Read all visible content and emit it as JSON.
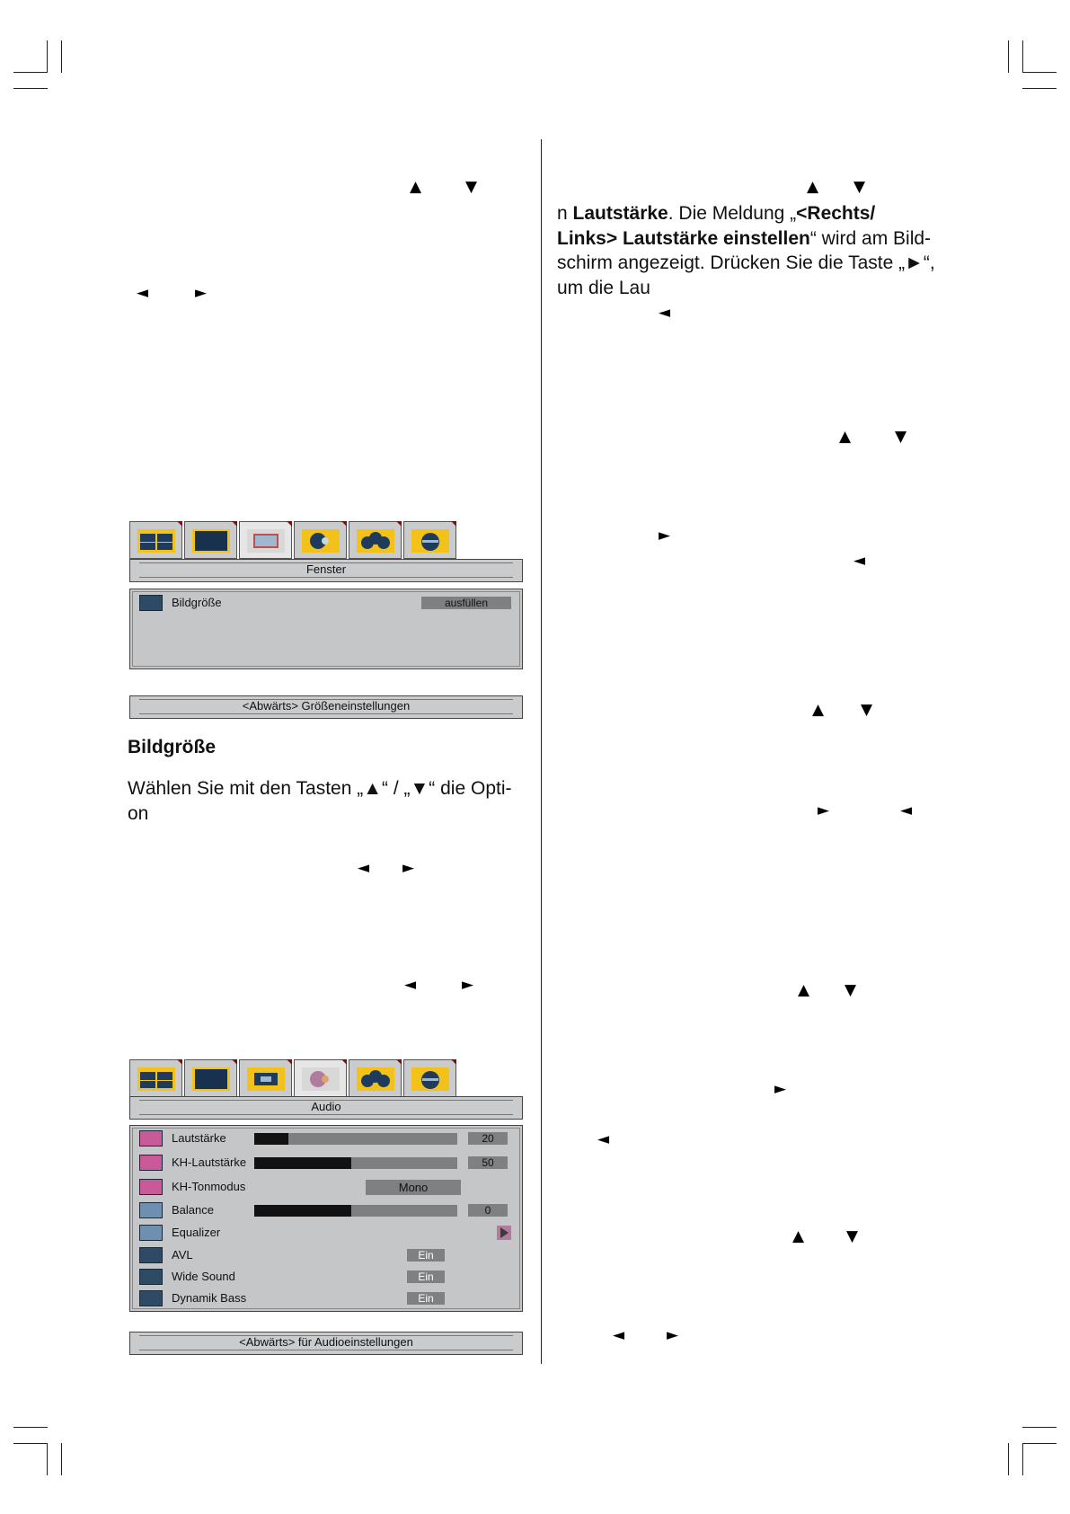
{
  "right_column": {
    "p1_line1_prefix": "n ",
    "p1_line1_bold": "Lautstärke",
    "p1_line1_mid": ". Die Meldung „",
    "p1_line1_bold2": "<Rechts/",
    "p1_line2_bold": "Links> Lautstärke einstellen",
    "p1_line2_rest": "“ wird am Bild-",
    "p1_line3": "schirm angezeigt. Drücken Sie die Taste „►“,",
    "p1_line4": "um die Lau"
  },
  "menu1": {
    "title": "Fenster",
    "row_label": "Bildgröße",
    "row_value": "ausfüllen",
    "footer": "<Abwärts> Größeneinstellungen"
  },
  "section_heading": "Bildgröße",
  "left_paragraph": {
    "line1": "Wählen Sie mit den Tasten „▲“ / „▼“ die Opti-",
    "line2": "on"
  },
  "menu2": {
    "title": "Audio",
    "footer": "<Abwärts> für Audioeinstellungen",
    "rows": [
      {
        "label": "Lautstärke",
        "value": "20",
        "level": 0.17
      },
      {
        "label": "KH-Lautstärke",
        "value": "50",
        "level": 0.48
      },
      {
        "label": "KH-Tonmodus",
        "value": "Mono"
      },
      {
        "label": "Balance",
        "value": "0",
        "level": 0.48
      },
      {
        "label": "Equalizer"
      },
      {
        "label": "AVL",
        "value": "Ein"
      },
      {
        "label": "Wide Sound",
        "value": "Ein"
      },
      {
        "label": "Dynamik Bass",
        "value": "Ein"
      }
    ]
  },
  "glyphs": {
    "up": "▲",
    "down": "▼",
    "left": "◄",
    "right": "►"
  },
  "colors": {
    "osd_panel": "#c4c6c7",
    "tab_icon_yellow": "#f2c21b",
    "bar_fill": "#121212",
    "bar_track": "#7d7f80"
  }
}
